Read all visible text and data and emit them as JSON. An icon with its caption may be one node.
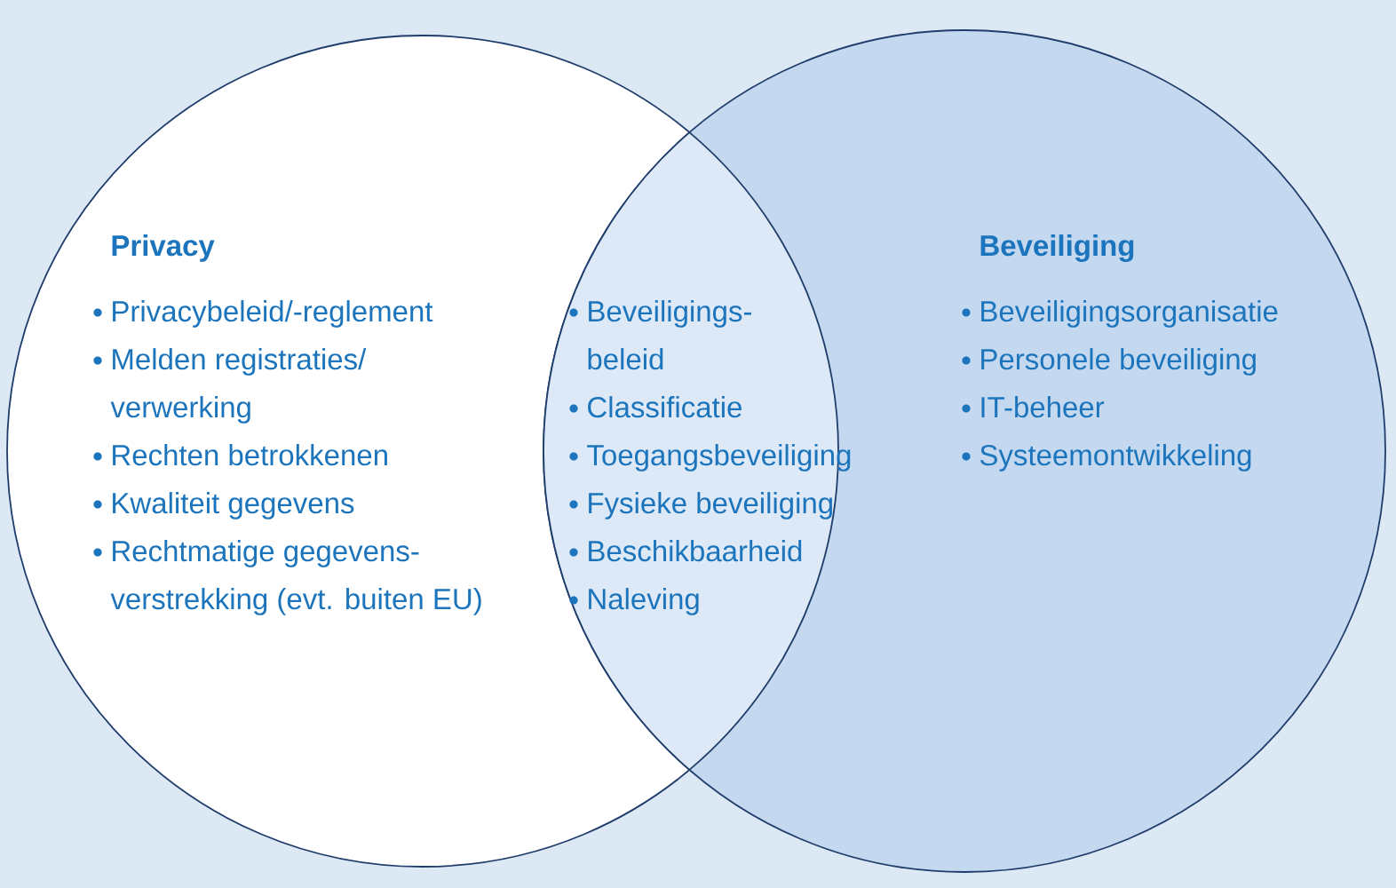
{
  "diagram": {
    "nodes": [
      {
        "text": [
          "Privacy",
          "Privacybeleid/-reglement",
          "Melden registraties/ verwerking",
          "Rechten betrokkenen",
          "Kwaliteit gegevens",
          "Rechtmatige gegevens- verstrekking (evt. buiten EU)"
        ]
      },
      {
        "text": [
          "Beveiliging",
          "Beveiligingsorganisatie",
          "Personele beveiliging",
          "IT-beheer",
          "Systeemontwikkeling"
        ]
      },
      {
        "text": [
          "Beveiligings- beleid",
          "Classificatie",
          "Toegangsbeveiliging",
          "Fysieke beveiliging",
          "Beschikbaarheid",
          "Naleving"
        ]
      }
    ]
  }
}
